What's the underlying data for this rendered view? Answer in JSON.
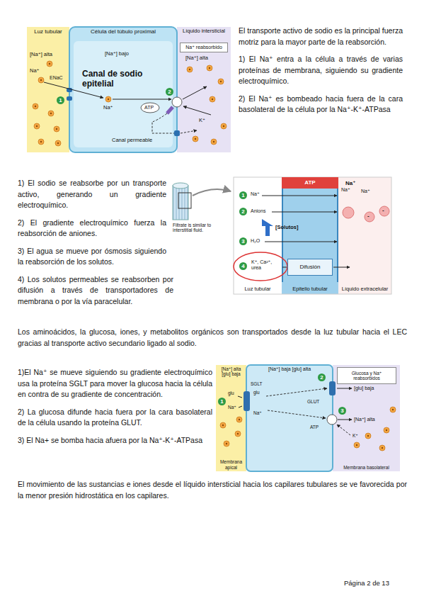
{
  "diagram": {
    "nodes": [
      {
        "text": [
          "Luz tubular"
        ]
      },
      {
        "text": [
          "Célula del túbulo proximal"
        ]
      },
      {
        "text": [
          "Líquido intersticial"
        ]
      },
      {
        "text": [
          "Na⁺ reabsorbido"
        ],
        "in": 2
      },
      {
        "text": [
          "Luz tubular"
        ]
      },
      {
        "text": [
          "Epitelio tubular"
        ]
      },
      {
        "text": [
          "Líquido extracelular"
        ]
      },
      {
        "text": [
          "ATP"
        ],
        "in": 5
      },
      {
        "text": [
          "Difusión"
        ],
        "in": 5
      },
      {
        "text": [
          "[Na⁺] alta [glu] baja",
          "Membrana apical"
        ]
      },
      {
        "text": [
          "[Na⁺] baja [glu] alta"
        ]
      },
      {
        "text": [
          "Membrana basolateral"
        ]
      },
      {
        "text": [
          "Glucosa y Na⁺ reabsorbidos"
        ],
        "in": 11
      }
    ],
    "labels": [
      "El transporte activo de sodio es la principal fuerza motriz para la mayor parte de la reabsorción.",
      "1) El Na⁺ entra a la célula a través de varias proteínas de membrana, siguiendo su gradiente electroquímico.",
      "2) El Na⁺ es bombeado hacia fuera de la cara basolateral de la célula por la Na⁺-K⁺-ATPasa",
      "[Na⁺] alta",
      "Na⁺",
      "ENaC",
      "1",
      "[Na⁺] bajo",
      "Canal de sodio epitelial",
      "Na⁺",
      "ATP",
      "2",
      "K⁺",
      "Canal permeable",
      "[Na⁺] alta",
      "1) El sodio se reabsorbe por un transporte activo, generando un gradiente electroquímico.",
      "2) El gradiente electroquímico fuerza la reabsorción de aniones.",
      "3) El agua se mueve por ósmosis siguiendo la reabsorción de los solutos.",
      "4) Los solutos permeables se reabsorben por difusión a través de transportadores de membrana o por la vía paracelular.",
      "Filtrate is similar to interstitial fluid.",
      "1",
      "Na⁺",
      "Na⁺",
      "Na⁺",
      "Na⁺",
      "2",
      "Anions",
      "-",
      "-",
      "[Solutos]",
      "3",
      "H₂O",
      "4",
      "K⁺, Ca²⁺, urea",
      "Los aminoácidos, la glucosa, iones, y metabolitos orgánicos son transportados desde la luz tubular hacia el LEC gracias al transporte activo secundario ligado al sodio.",
      "1)El Na⁺ se mueve siguiendo su gradiente electroquímico usa la proteína SGLT para mover la glucosa hacia la célula en contra de su gradiente de concentración.",
      "2) La glucosa difunde hacia fuera por la cara basolateral de la célula usando la proteína GLUT.",
      "3) El Na+ se bomba hacia afuera por la Na⁺-K⁺-ATPasa",
      "SGLT",
      "1",
      "glu",
      "Na⁺",
      "glu",
      "Na⁺",
      "2",
      "[glu] baja",
      "GLUT",
      "3",
      "[Na⁺] alta",
      "ATP",
      "K⁺",
      "El movimiento de las sustancias e iones desde el líquido intersticial hacia los capilares tubulares se ve favorecida por la menor presión hidrostática en los capilares.",
      "Página 2 de 13"
    ]
  }
}
